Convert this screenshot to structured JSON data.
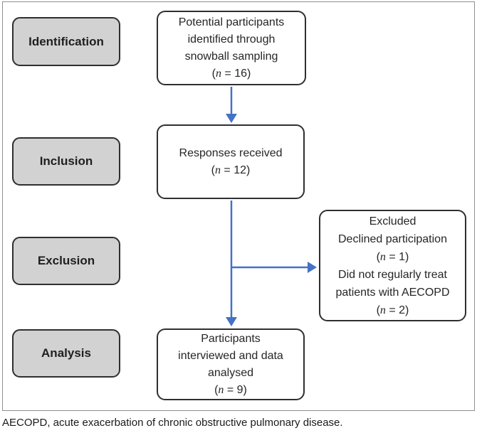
{
  "figure": {
    "stages": [
      {
        "label": "Identification"
      },
      {
        "label": "Inclusion"
      },
      {
        "label": "Exclusion"
      },
      {
        "label": "Analysis"
      }
    ],
    "flow": {
      "identified": {
        "lines": [
          "Potential participants",
          "identified through",
          "snowball sampling"
        ],
        "count": {
          "open": "(",
          "var": "n",
          "rest": " = 16)"
        }
      },
      "responses": {
        "lines": [
          "Responses received"
        ],
        "count": {
          "open": "(",
          "var": "n",
          "rest": " = 12)"
        }
      },
      "excluded": {
        "title": "Excluded",
        "reason1": "Declined participation",
        "count1": {
          "open": "(",
          "var": "n",
          "rest": " = 1)"
        },
        "reason2_line1": "Did not regularly treat",
        "reason2_line2": "patients with AECOPD",
        "count2": {
          "open": "(",
          "var": "n",
          "rest": " = 2)"
        }
      },
      "analysed": {
        "lines": [
          "Participants",
          "interviewed and data",
          "analysed"
        ],
        "count": {
          "open": "(",
          "var": "n",
          "rest": " = 9)"
        }
      }
    }
  },
  "caption": "AECOPD, acute exacerbation of chronic obstructive pulmonary disease.",
  "colors": {
    "arrow": "#4472c4",
    "stage_fill": "#d2d2d2",
    "box_border": "#2f2f2f",
    "frame_border": "#8f8f8f",
    "text": "#262626"
  }
}
